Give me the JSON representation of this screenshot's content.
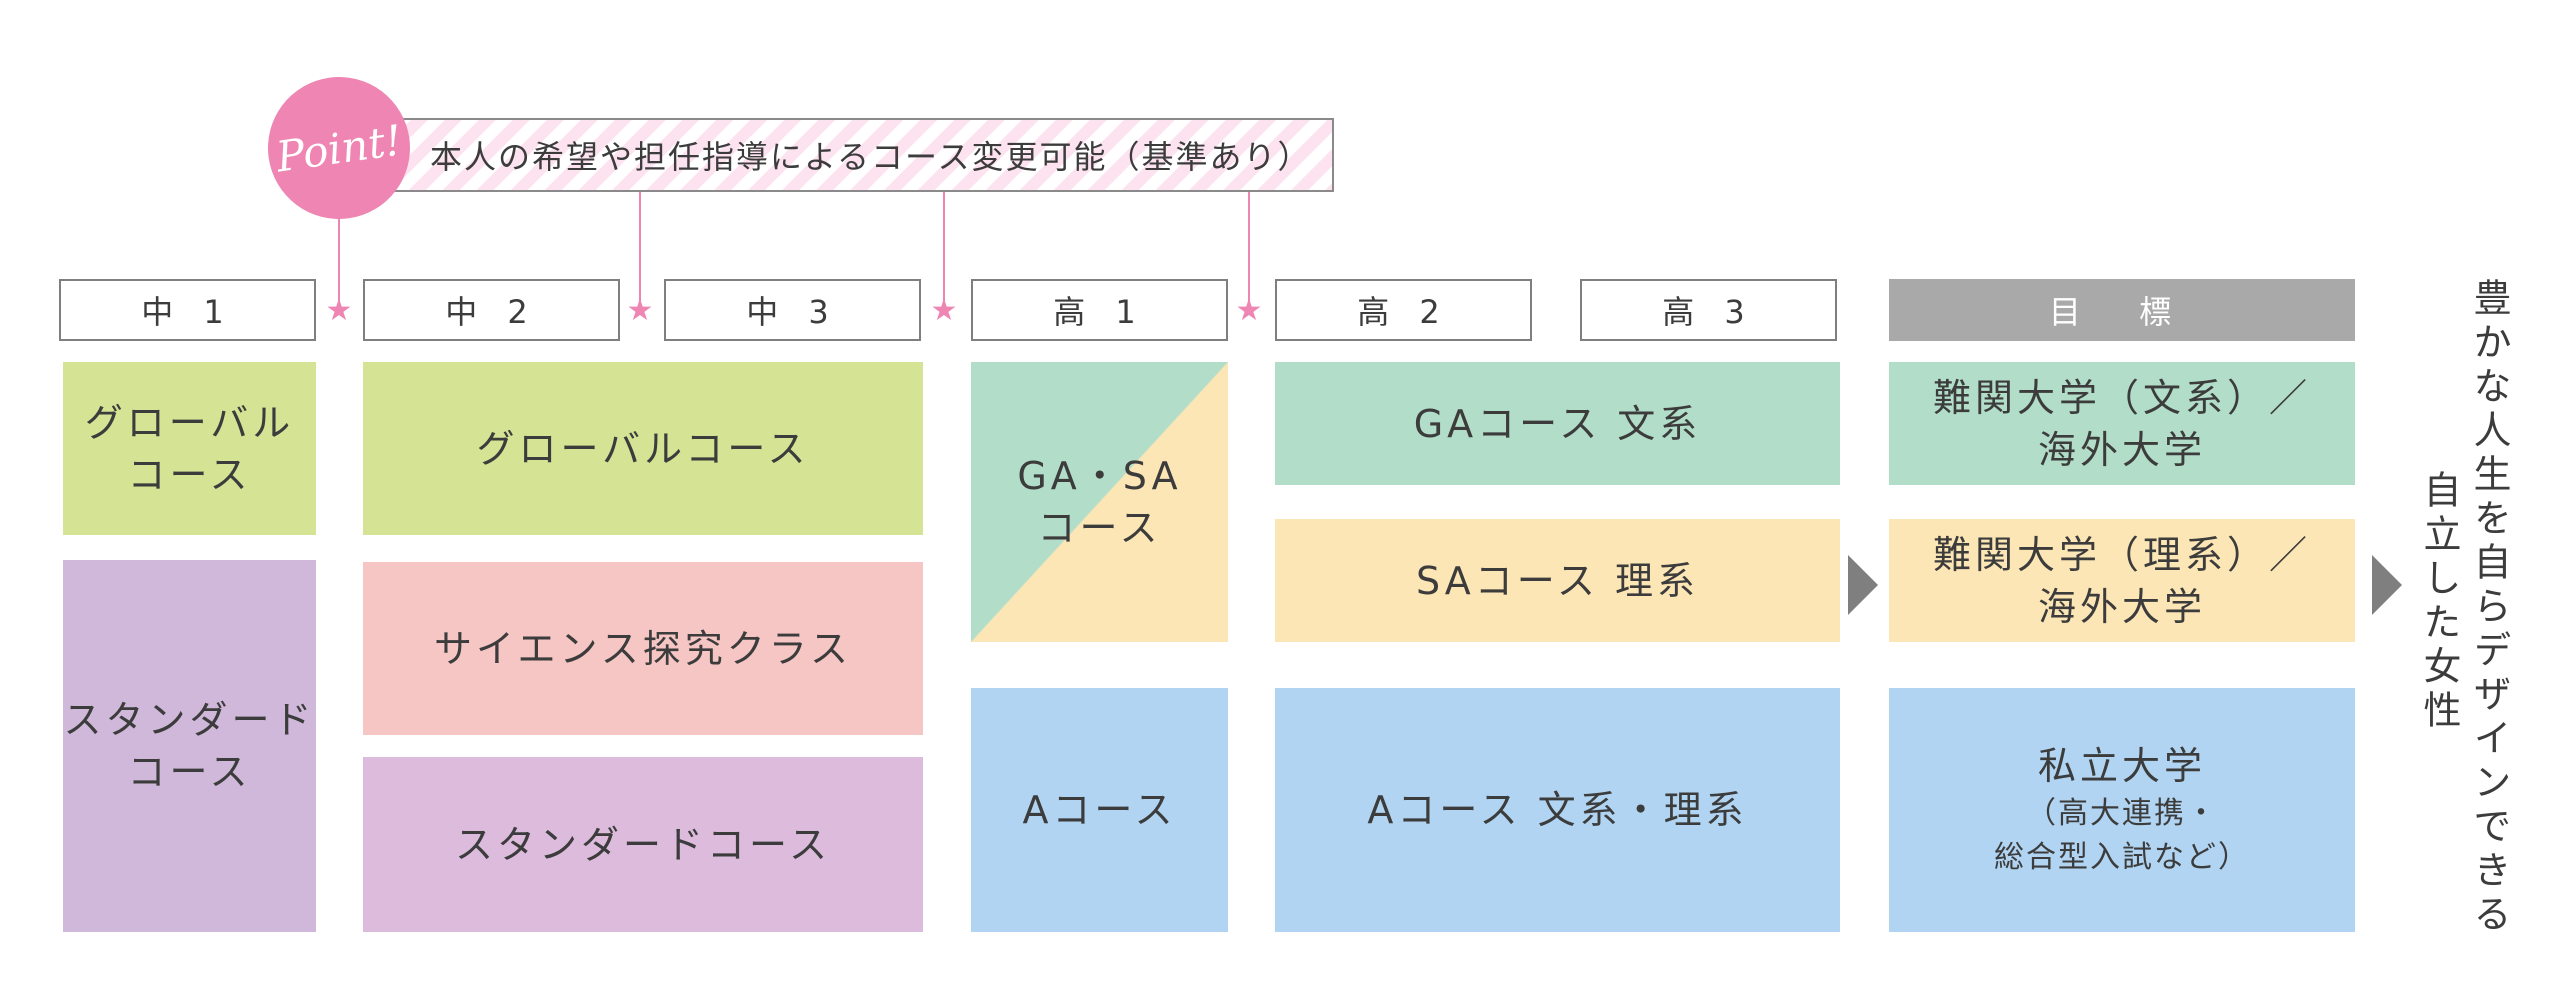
{
  "point": {
    "badge": "Point!",
    "text": "本人の希望や担任指導によるコース変更可能（基準あり）"
  },
  "headers": {
    "j1": "中 1",
    "j2": "中 2",
    "j3": "中 3",
    "h1": "高 1",
    "h2": "高 2",
    "h3": "高 3",
    "goal": "目 標"
  },
  "courses": {
    "j1_global": "グローバル\nコース",
    "j1_standard": "スタンダード\nコース",
    "j23_global": "グローバルコース",
    "j23_science": "サイエンス探究クラス",
    "j23_standard": "スタンダードコース",
    "h1_gasa": "GA・SA\nコース",
    "h1_a": "Aコース",
    "h23_ga": "GAコース 文系",
    "h23_sa": "SAコース 理系",
    "h23_a": "Aコース 文系・理系"
  },
  "goals": {
    "humanities": "難関大学（文系）／\n海外大学",
    "sciences": "難関大学（理系）／\n海外大学",
    "private_main": "私立大学",
    "private_sub": "（高大連携・\n総合型入試など）"
  },
  "vision": {
    "line1": "豊かな人生を自らデザインできる",
    "line2": "自立した女性"
  },
  "colors": {
    "pink_accent": "#ee85b2",
    "green": "#d4e394",
    "purple": "#d0b8da",
    "salmon": "#f5c6c4",
    "lavender": "#dcbbdc",
    "mint": "#b2ddc9",
    "cream": "#fde6b6",
    "blue": "#b0d4f1",
    "goal_header": "#a9a9a9"
  },
  "icons": [
    "star-icon",
    "arrow-right-icon"
  ]
}
